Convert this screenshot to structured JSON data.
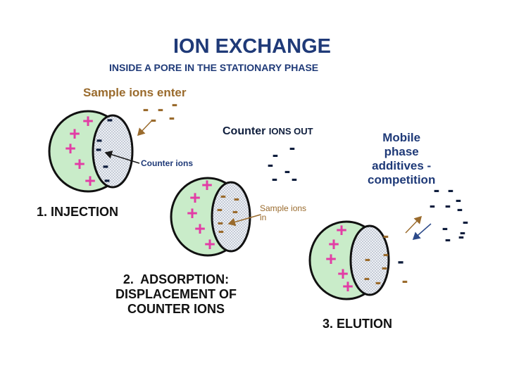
{
  "title": "ION EXCHANGE",
  "subtitle": "INSIDE A  PORE IN THE STATIONARY PHASE",
  "labels": {
    "sample_ions_enter": "Sample ions enter",
    "counter_ions": "Counter ions",
    "counter_ions_out_main": "Counter ",
    "counter_ions_out_small": "IONS OUT",
    "mobile_phase_additives": "Mobile\nphase\nadditives -\ncompetition",
    "sample_ions_in": "Sample ions\nin"
  },
  "steps": {
    "injection": "1.  INJECTION",
    "adsorption": "2.  ADSORPTION:\nDISPLACEMENT OF\nCOUNTER IONS",
    "elution": "3.  ELUTION"
  },
  "symbols": {
    "plus": "+",
    "minus": "-"
  },
  "colors": {
    "title": "#1f3a78",
    "plus": "#e23da5",
    "sample_ion": "#9a6b2d",
    "counter_ion": "#0f1e3d",
    "stationary_phase": "#c9ecc9",
    "pore_fill": "#dde4ee"
  }
}
